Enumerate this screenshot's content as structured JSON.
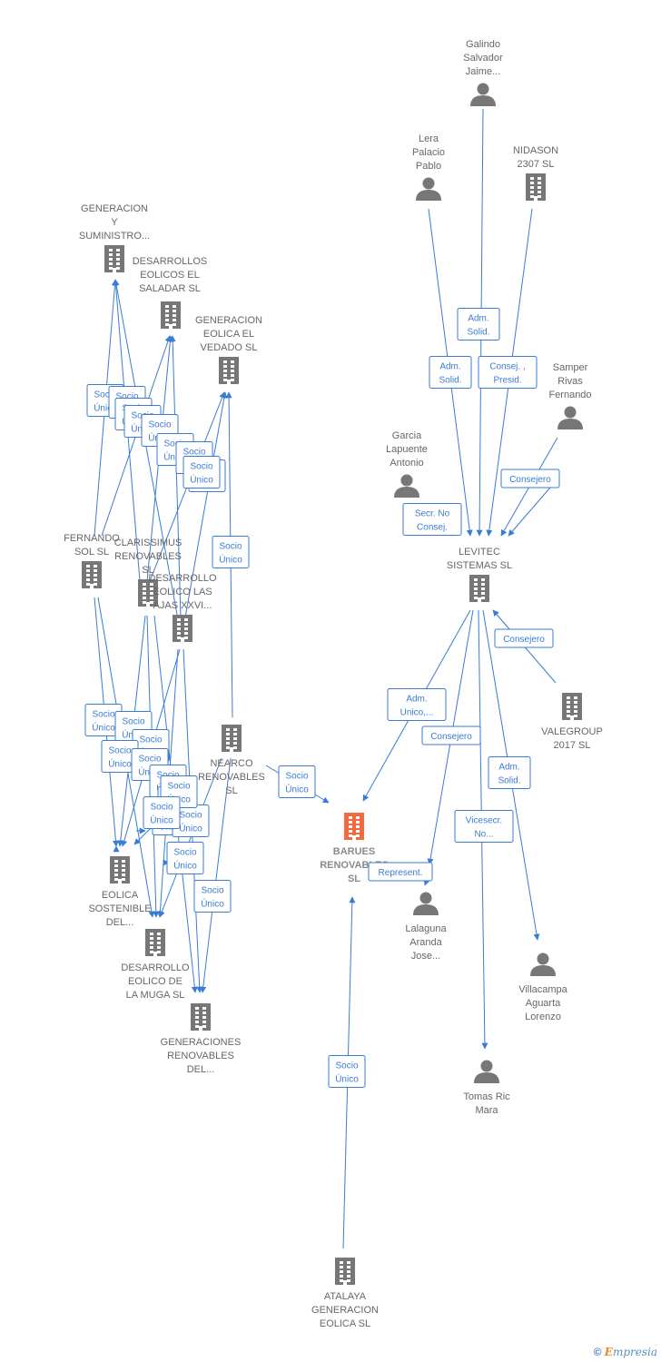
{
  "nodes": [
    {
      "id": "galindo",
      "type": "person",
      "lines": [
        "Galindo",
        "Salvador",
        "Jaime..."
      ]
    },
    {
      "id": "lera",
      "type": "person",
      "lines": [
        "Lera",
        "Palacio",
        "Pablo"
      ]
    },
    {
      "id": "nidason",
      "type": "company",
      "lines": [
        "NIDASON",
        "2307  SL"
      ]
    },
    {
      "id": "samper",
      "type": "person",
      "lines": [
        "Samper",
        "Rivas",
        "Fernando"
      ]
    },
    {
      "id": "garcia",
      "type": "person",
      "lines": [
        "Garcia",
        "Lapuente",
        "Antonio"
      ]
    },
    {
      "id": "levitec",
      "type": "company",
      "lines": [
        "LEVITEC",
        "SISTEMAS  SL"
      ]
    },
    {
      "id": "valegroup",
      "type": "company",
      "lines": [
        "VALEGROUP",
        "2017  SL"
      ]
    },
    {
      "id": "barues",
      "type": "company",
      "focus": true,
      "lines": [
        "BARUES",
        "RENOVABLES",
        "SL"
      ]
    },
    {
      "id": "lalaguna",
      "type": "person",
      "lines": [
        "Lalaguna",
        "Aranda",
        "Jose..."
      ]
    },
    {
      "id": "villacampa",
      "type": "person",
      "lines": [
        "Villacampa",
        "Aguarta",
        "Lorenzo"
      ]
    },
    {
      "id": "tomas",
      "type": "person",
      "lines": [
        "Tomas Ric",
        "Mara"
      ]
    },
    {
      "id": "atalaya",
      "type": "company",
      "lines": [
        "ATALAYA",
        "GENERACION",
        "EOLICA  SL"
      ]
    },
    {
      "id": "generacion_sum",
      "type": "company",
      "lines": [
        "GENERACION",
        "Y",
        "SUMINISTRO..."
      ]
    },
    {
      "id": "des_saladar",
      "type": "company",
      "lines": [
        "DESARROLLOS",
        "EOLICOS EL",
        "SALADAR SL"
      ]
    },
    {
      "id": "gen_vedado",
      "type": "company",
      "lines": [
        "GENERACION",
        "EOLICA EL",
        "VEDADO SL"
      ]
    },
    {
      "id": "fernando_sol",
      "type": "company",
      "lines": [
        "FERNANDO",
        "SOL SL"
      ]
    },
    {
      "id": "clarissimus",
      "type": "company",
      "lines": [
        "CLARISSIMUS",
        "RENOVABLES",
        "SL"
      ]
    },
    {
      "id": "des_lasajas",
      "type": "company",
      "lines": [
        "DESARROLLO",
        "EOLICO LAS",
        "AJAS XXVI..."
      ]
    },
    {
      "id": "nearco",
      "type": "company",
      "lines": [
        "NEARCO",
        "RENOVABLES",
        "SL"
      ]
    },
    {
      "id": "eolica_sost",
      "type": "company",
      "lines": [
        "EOLICA",
        "SOSTENIBLE",
        "DEL..."
      ]
    },
    {
      "id": "des_muga",
      "type": "company",
      "lines": [
        "DESARROLLO",
        "EOLICO DE",
        "LA MUGA SL"
      ]
    },
    {
      "id": "gen_renov",
      "type": "company",
      "lines": [
        "GENERACIONES",
        "RENOVABLES",
        "DEL..."
      ]
    }
  ],
  "edge_labels": [
    {
      "id": "el1",
      "lines": [
        "Adm.",
        "Solid."
      ]
    },
    {
      "id": "el2",
      "lines": [
        "Adm.",
        "Solid."
      ]
    },
    {
      "id": "el3",
      "lines": [
        "Consej. ,",
        "Presid."
      ]
    },
    {
      "id": "el4",
      "lines": [
        "Consejero"
      ]
    },
    {
      "id": "el5",
      "lines": [
        "Secr.  No",
        "Consej."
      ]
    },
    {
      "id": "el6",
      "lines": [
        "Consejero"
      ]
    },
    {
      "id": "el7",
      "lines": [
        "Adm.",
        "Unico,..."
      ]
    },
    {
      "id": "el8",
      "lines": [
        "Consejero"
      ]
    },
    {
      "id": "el9",
      "lines": [
        "Adm.",
        "Solid."
      ]
    },
    {
      "id": "el10",
      "lines": [
        "Vicesecr.",
        "No..."
      ]
    },
    {
      "id": "el11",
      "lines": [
        "Represent."
      ]
    },
    {
      "id": "el12",
      "lines": [
        "Socio",
        "Único"
      ]
    },
    {
      "id": "el13",
      "lines": [
        "Socio",
        "Único"
      ]
    },
    {
      "id": "el14",
      "lines": [
        "Socio",
        "Único"
      ]
    },
    {
      "id": "el15",
      "lines": [
        "Socio",
        "Único"
      ]
    },
    {
      "id": "el16",
      "lines": [
        "Socio",
        "Único"
      ]
    },
    {
      "id": "el17",
      "lines": [
        "Socio",
        "Único"
      ]
    },
    {
      "id": "el18",
      "lines": [
        "Socio",
        "Único"
      ]
    },
    {
      "id": "el19",
      "lines": [
        "Socio",
        "Único"
      ]
    },
    {
      "id": "el20",
      "lines": [
        "Socio",
        "Único"
      ]
    },
    {
      "id": "el21",
      "lines": [
        "Socio",
        "Único"
      ]
    },
    {
      "id": "el22",
      "lines": [
        "Socio",
        "Único"
      ]
    },
    {
      "id": "el23",
      "lines": [
        "Socio",
        "Único"
      ]
    },
    {
      "id": "el24",
      "lines": [
        "Socio",
        "Único"
      ]
    },
    {
      "id": "el25",
      "lines": [
        "Socio",
        "Único"
      ]
    },
    {
      "id": "el26",
      "lines": [
        "Socio",
        "Único"
      ]
    },
    {
      "id": "el27",
      "lines": [
        "Socio",
        "Único"
      ]
    },
    {
      "id": "el28",
      "lines": [
        "Socio",
        "Único"
      ]
    },
    {
      "id": "el29",
      "lines": [
        "Socio",
        "Único"
      ]
    },
    {
      "id": "el30",
      "lines": [
        "Socio",
        "Único"
      ]
    },
    {
      "id": "el31",
      "lines": [
        "Socio",
        "Único"
      ]
    },
    {
      "id": "el32",
      "lines": [
        "Socio",
        "Único"
      ]
    },
    {
      "id": "el33",
      "lines": [
        "Socio",
        "Único"
      ]
    },
    {
      "id": "el34",
      "lines": [
        "Socio",
        "Único"
      ]
    },
    {
      "id": "el35",
      "lines": [
        "Socio",
        "Único"
      ]
    },
    {
      "id": "el36",
      "lines": [
        "Socio",
        "Único"
      ]
    }
  ],
  "colors": {
    "edge": "#3a7bd5",
    "icon": "#777777",
    "focus": "#f26a3d",
    "label": "#666666"
  },
  "footer": {
    "copyright": "©",
    "brand_initial": "E",
    "brand_rest": "mpresia"
  }
}
